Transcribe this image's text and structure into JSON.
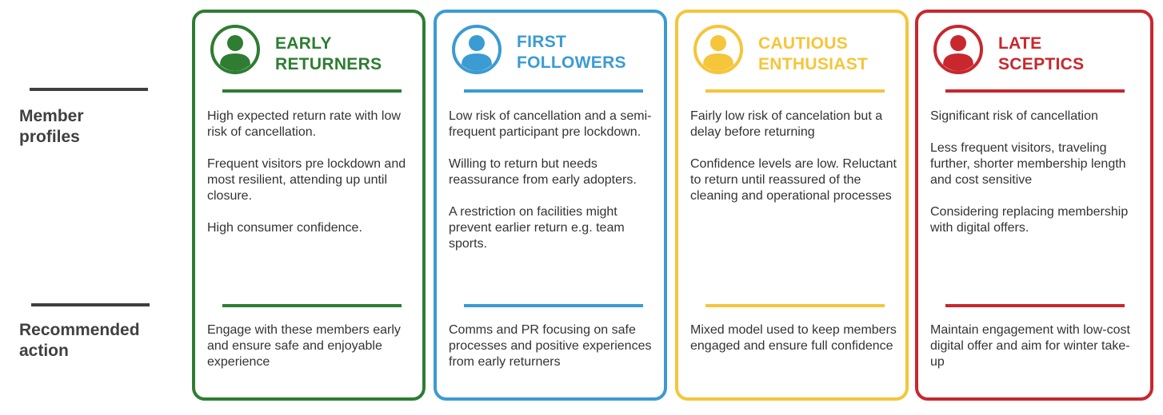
{
  "rows": {
    "profile_label": [
      "Member",
      "profiles"
    ],
    "action_label": [
      "Recommended",
      "action"
    ]
  },
  "cards": [
    {
      "title": [
        "EARLY",
        "RETURNERS"
      ],
      "color": "#2e7d32",
      "icon": "user-avatar-icon",
      "profile": [
        "High expected return rate with low risk of cancellation.",
        "Frequent visitors pre lockdown and most resilient, attending up until closure.",
        "High consumer confidence."
      ],
      "action": "Engage with these members early and ensure safe and enjoyable experience"
    },
    {
      "title": [
        "FIRST",
        "FOLLOWERS"
      ],
      "color": "#3b9bd3",
      "icon": "user-avatar-icon",
      "profile": [
        "Low risk of cancellation and a semi-frequent participant pre lockdown.",
        "Willing to return but needs reassurance from early adopters.",
        "A restriction on facilities might prevent earlier return e.g. team sports."
      ],
      "action": "Comms and PR focusing on safe processes and positive experiences from early returners"
    },
    {
      "title": [
        "CAUTIOUS",
        "ENTHUSIAST"
      ],
      "color": "#f5c53a",
      "icon": "user-avatar-icon",
      "profile": [
        "Fairly low risk of cancelation but a delay before returning",
        "Confidence levels are low. Reluctant to return until reassured of the cleaning and operational processes"
      ],
      "action": "Mixed model used to keep members engaged and ensure full confidence"
    },
    {
      "title": [
        "LATE",
        "SCEPTICS"
      ],
      "color": "#c8272e",
      "icon": "user-avatar-icon",
      "profile": [
        "Significant risk of cancellation",
        "Less frequent visitors, traveling further, shorter membership length and cost sensitive",
        "Considering replacing membership with digital offers."
      ],
      "action": "Maintain engagement with low-cost digital offer and aim for winter take-up"
    }
  ]
}
